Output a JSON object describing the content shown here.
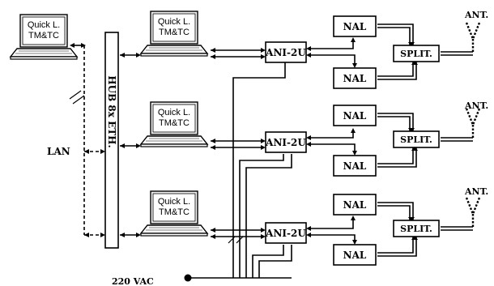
{
  "laptop_line1": "Quick L.",
  "laptop_line2": "TM&TC",
  "hub": "HUB 8x ETH.",
  "lan": "LAN",
  "ani": "ANI-2U",
  "nal": "NAL",
  "split": "SPLIT.",
  "ant": "ANT.",
  "power": "220 VAC"
}
